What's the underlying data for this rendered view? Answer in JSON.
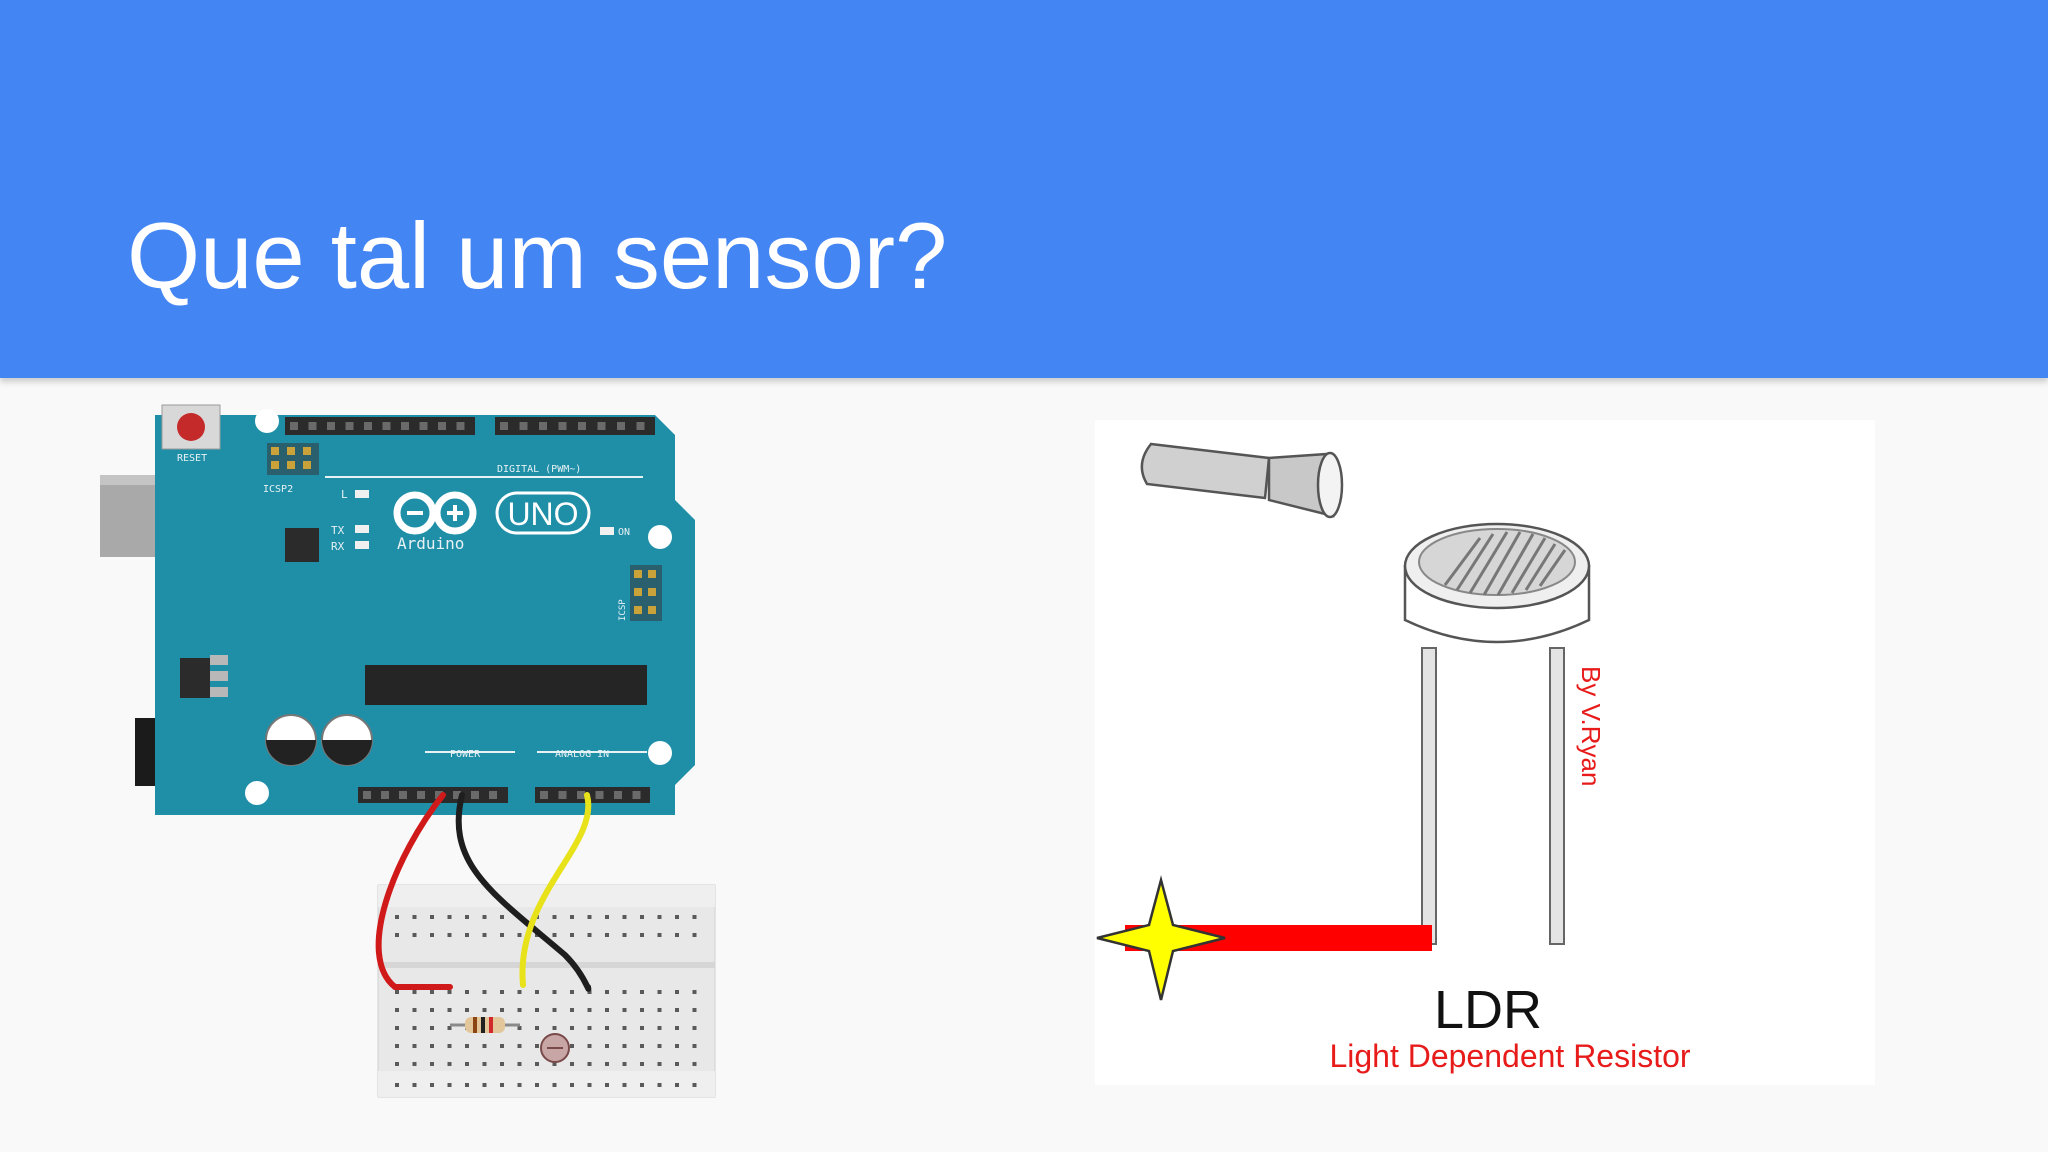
{
  "slide": {
    "title": "Que tal um sensor?",
    "header_color": "#4485f4",
    "background_color": "#f9f9f9"
  },
  "arduino_image": {
    "board_labels": {
      "reset": "RESET",
      "icsp2": "ICSP2",
      "l": "L",
      "tx": "TX",
      "rx": "RX",
      "logo_text": "Arduino",
      "uno": "UNO",
      "on": "ON",
      "digital": "DIGITAL (PWM~)",
      "power": "POWER",
      "analog_in": "ANALOG IN",
      "icsp": "ICSP"
    },
    "board_color": "#1f8fa8",
    "wire_colors": {
      "power": "#d01a1a",
      "ground": "#1e1e1e",
      "signal": "#e8e21a"
    }
  },
  "ldr_image": {
    "label": "LDR",
    "subtitle": "Light Dependent Resistor",
    "credit": "By V.Ryan",
    "light_color": "#ff0000",
    "spark_color": "#ffff00"
  }
}
